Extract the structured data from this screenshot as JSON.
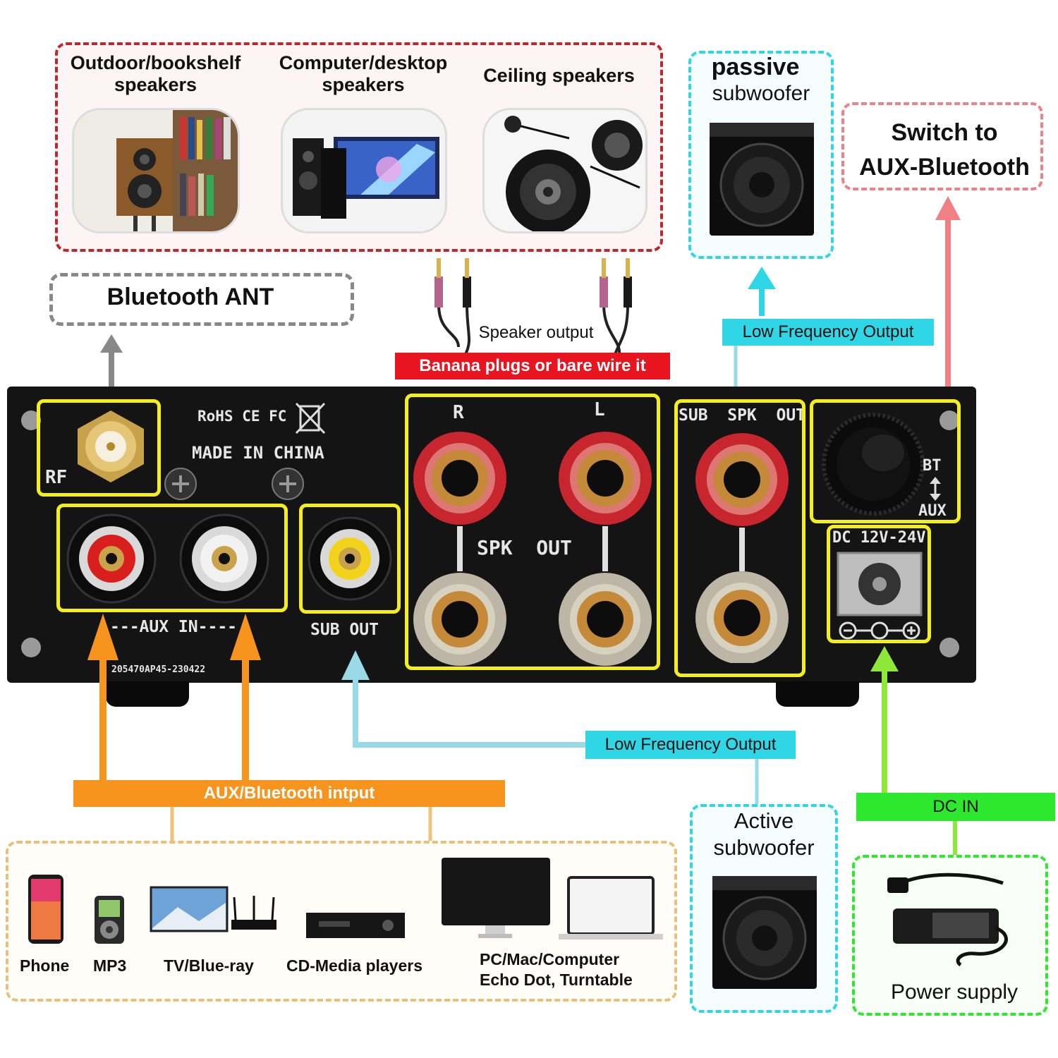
{
  "speaker_types": {
    "bookshelf": "Outdoor/bookshelf\nspeakers",
    "computer": "Computer/desktop\nspeakers",
    "ceiling": "Ceiling speakers"
  },
  "passive_sub": {
    "line1": "passive",
    "line2": "subwoofer"
  },
  "switch_label": "Switch to\nAUX-Bluetooth",
  "bluetooth_ant": "Bluetooth ANT",
  "speaker_output": "Speaker output",
  "banana_plugs": "Banana plugs or bare wire it",
  "low_freq_top": "Low Frequency Output",
  "low_freq_bottom": "Low Frequency Output",
  "chassis": {
    "rohs": "RoHS CE FC",
    "made_in": "MADE IN CHINA",
    "rf": "RF",
    "r": "R",
    "l": "L",
    "spk_out": "SPK  OUT",
    "sub_spk_out": "SUB  SPK  OUT",
    "bt": "BT",
    "aux": "AUX",
    "dc": "DC 12V-24V",
    "aux_in": "---AUX IN----",
    "sub_out": "SUB  OUT",
    "serial": "205470AP45-230422"
  },
  "aux_bt_input": "AUX/Bluetooth intput",
  "dc_in": "DC IN",
  "active_sub": {
    "line1": "Active",
    "line2": "subwoofer"
  },
  "power_supply": "Power supply",
  "devices": [
    {
      "label": "Phone"
    },
    {
      "label": "MP3"
    },
    {
      "label": "TV/Blue-ray"
    },
    {
      "label": "CD-Media players"
    },
    {
      "label": "PC/Mac/Computer\nEcho Dot, Turntable"
    }
  ],
  "colors": {
    "red_dash": "#c0272d",
    "cyan": "#2fd6e6",
    "pink": "#f07f86",
    "gray": "#888888",
    "orange": "#f7941d",
    "green": "#8ee83a",
    "yellow": "#f4ee1a",
    "banana_red": "#e8141f"
  }
}
